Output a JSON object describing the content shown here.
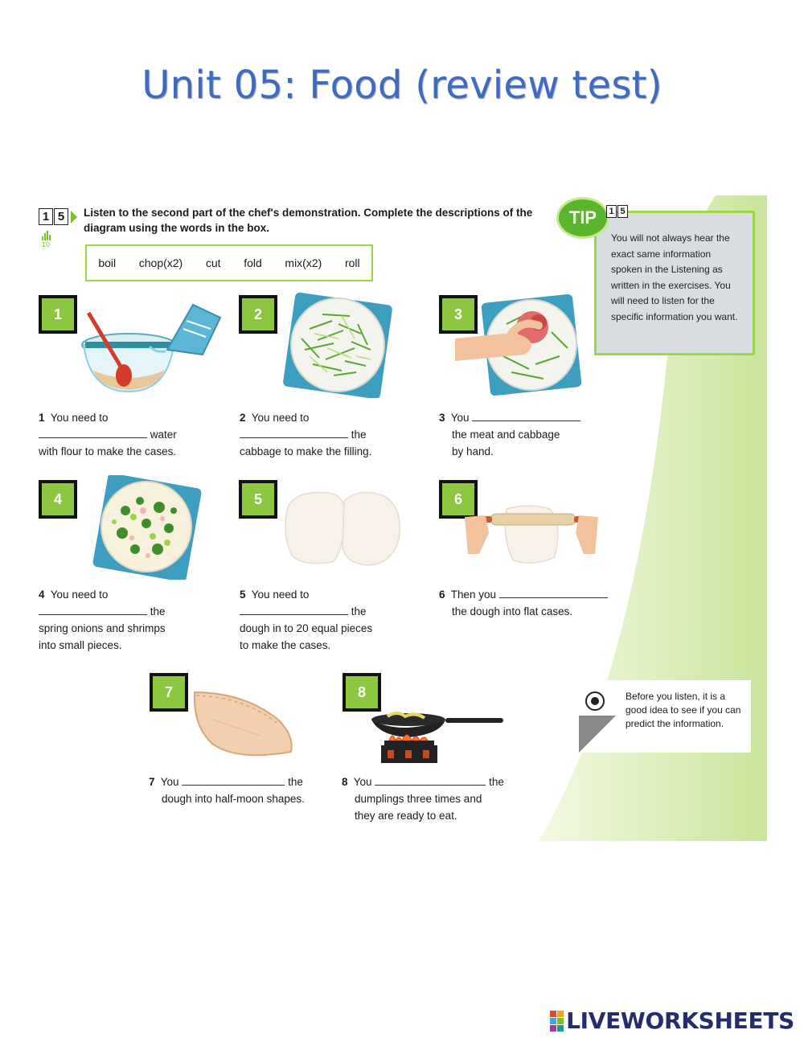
{
  "title": "Unit 05: Food (review test)",
  "exercise": {
    "number_digits": [
      "1",
      "5"
    ],
    "audio_track": "10",
    "instruction": "Listen to the second part of the chef's demonstration. Complete the descriptions of the diagram using the words in the box.",
    "word_box": [
      "boil",
      "chop(x2)",
      "cut",
      "fold",
      "mix(x2)",
      "roll"
    ]
  },
  "tip": {
    "badge": "TIP",
    "number_digits": [
      "1",
      "5"
    ],
    "text": "You will not always hear the exact same information spoken in the Listening as written in the exercises. You will need to listen for the specific information you want."
  },
  "steps": [
    {
      "label": "1",
      "num": "1",
      "lines": [
        "You need to",
        "water",
        "with flour to make the cases."
      ]
    },
    {
      "label": "2",
      "num": "2",
      "lines": [
        "You need to",
        "the",
        "cabbage to make the filling."
      ]
    },
    {
      "label": "3",
      "num": "3",
      "lines": [
        "You",
        "the meat and cabbage",
        "by hand."
      ]
    },
    {
      "label": "4",
      "num": "4",
      "lines": [
        "You need to",
        "the",
        "spring onions and shrimps",
        "into small pieces."
      ]
    },
    {
      "label": "5",
      "num": "5",
      "lines": [
        "You need to",
        "the",
        "dough in to 20 equal pieces",
        "to make the cases."
      ]
    },
    {
      "label": "6",
      "num": "6",
      "lines": [
        "Then you",
        "the dough into flat cases."
      ]
    },
    {
      "label": "7",
      "num": "7",
      "lines": [
        "You",
        "the",
        "dough into half-moon shapes."
      ]
    },
    {
      "label": "8",
      "num": "8",
      "lines": [
        "You",
        "the",
        "dumplings three times and",
        "they are ready to eat."
      ]
    }
  ],
  "note": {
    "text": "Before you listen, it is a good idea to see if you can predict the information."
  },
  "brand": {
    "name": "LIVEWORKSHEETS",
    "colors": [
      "#e8412c",
      "#f7a21b",
      "#38a8e0",
      "#7cbf2a",
      "#a23c9b",
      "#1d9b8b"
    ]
  }
}
